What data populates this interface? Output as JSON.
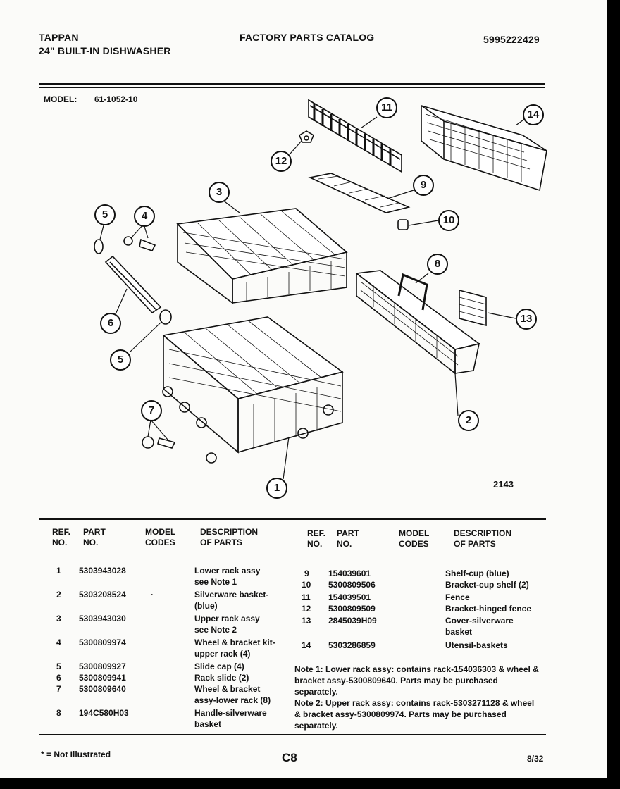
{
  "header": {
    "brand": "TAPPAN",
    "product": "24\" BUILT-IN DISHWASHER",
    "catalog_title": "FACTORY PARTS CATALOG",
    "catalog_number": "5995222429"
  },
  "model_line": {
    "label": "MODEL:",
    "value": "61-1052-10"
  },
  "diagram": {
    "figure_number": "2143",
    "callouts": [
      "1",
      "2",
      "3",
      "4",
      "5",
      "5",
      "6",
      "7",
      "8",
      "9",
      "10",
      "11",
      "12",
      "13",
      "14"
    ]
  },
  "table": {
    "headers": {
      "ref_no": "REF.\nNO.",
      "part_no": "PART\nNO.",
      "model_codes": "MODEL\nCODES",
      "description": "DESCRIPTION\nOF PARTS"
    },
    "left_rows": [
      {
        "ref": "1",
        "part": "5303943028",
        "model": "",
        "desc": "Lower rack assy\nsee Note 1"
      },
      {
        "ref": "2",
        "part": "5303208524",
        "model": "·",
        "desc": "Silverware basket-\n(blue)"
      },
      {
        "ref": "3",
        "part": "5303943030",
        "model": "",
        "desc": "Upper rack assy\nsee Note 2"
      },
      {
        "ref": "4",
        "part": "5300809974",
        "model": "",
        "desc": "Wheel & bracket kit-\nupper rack (4)"
      },
      {
        "ref": "5",
        "part": "5300809927",
        "model": "",
        "desc": "Slide cap (4)"
      },
      {
        "ref": "6",
        "part": "5300809941",
        "model": "",
        "desc": "Rack slide (2)"
      },
      {
        "ref": "7",
        "part": "5300809640",
        "model": "",
        "desc": "Wheel & bracket\nassy-lower rack (8)"
      },
      {
        "ref": "8",
        "part": "194C580H03",
        "model": "",
        "desc": "Handle-silverware\nbasket"
      }
    ],
    "right_rows": [
      {
        "ref": "9",
        "part": "154039601",
        "model": "",
        "desc": "Shelf-cup (blue)"
      },
      {
        "ref": "10",
        "part": "5300809506",
        "model": "",
        "desc": "Bracket-cup shelf (2)"
      },
      {
        "ref": "11",
        "part": "154039501",
        "model": "",
        "desc": "Fence"
      },
      {
        "ref": "12",
        "part": "5300809509",
        "model": "",
        "desc": "Bracket-hinged fence"
      },
      {
        "ref": "13",
        "part": "2845039H09",
        "model": "",
        "desc": "Cover-silverware\nbasket"
      },
      {
        "ref": "14",
        "part": "5303286859",
        "model": "",
        "desc": "Utensil-baskets"
      }
    ],
    "note1": "Note 1: Lower rack assy: contains rack-154036303 & wheel & bracket assy-5300809640. Parts may be purchased separately.",
    "note2": "Note 2: Upper rack assy: contains rack-5303271128 & wheel & bracket assy-5300809974. Parts may be purchased separately."
  },
  "footer": {
    "not_illustrated": "* = Not Illustrated",
    "page_code": "C8",
    "date": "8/32"
  }
}
